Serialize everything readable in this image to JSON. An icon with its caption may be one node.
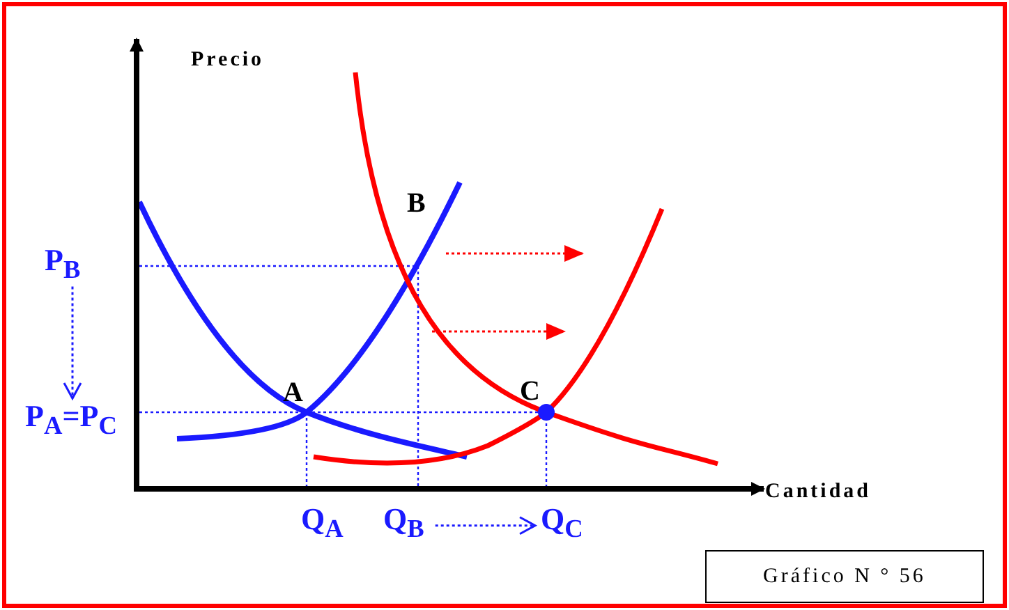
{
  "diagram": {
    "nodes": [
      {
        "text": [
          "Gráfico N ° 56"
        ]
      },
      {
        "text": [
          "P$_{B}$"
        ]
      },
      {
        "text": [
          "P$_{A}$=P$_{C}$"
        ]
      },
      {
        "text": [
          "Q$_{B}$"
        ]
      },
      {
        "text": [
          "Q$_{C}$"
        ]
      }
    ],
    "edges": [
      {
        "from": 1,
        "to": 2,
        "arrow": "to",
        "style": "dashed"
      },
      {
        "from": 3,
        "to": 4,
        "arrow": "to",
        "style": "dashed"
      }
    ],
    "labels": [
      "Precio",
      "B",
      "A",
      "C",
      "Cantidad",
      "Q$_{A}$"
    ]
  }
}
